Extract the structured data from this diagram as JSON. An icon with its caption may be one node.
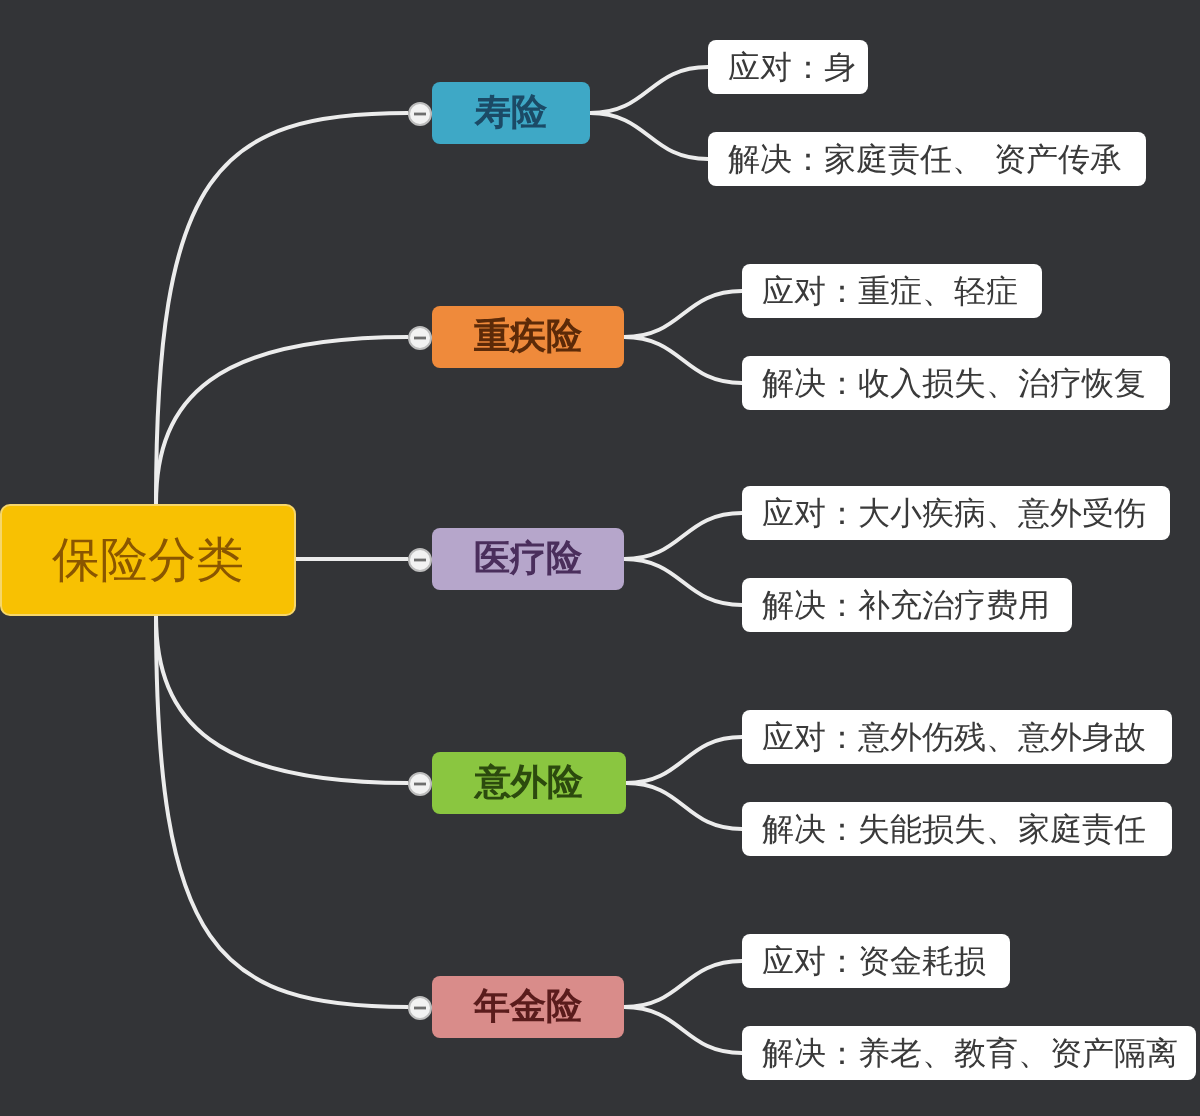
{
  "diagram": {
    "nodes": [
      {
        "text": [
          "保险分类"
        ]
      },
      {
        "text": [
          "寿险"
        ]
      },
      {
        "text": [
          "应对：身"
        ]
      },
      {
        "text": [
          "解决：家庭责任、 资产传承"
        ]
      },
      {
        "text": [
          "重疾险"
        ]
      },
      {
        "text": [
          "应对：重症、轻症"
        ]
      },
      {
        "text": [
          "解决：收入损失、治疗恢复"
        ]
      },
      {
        "text": [
          "医疗险"
        ]
      },
      {
        "text": [
          "应对：大小疾病、意外受伤"
        ]
      },
      {
        "text": [
          "解决：补充治疗费用"
        ]
      },
      {
        "text": [
          "意外险"
        ]
      },
      {
        "text": [
          "应对：意外伤残、意外身故"
        ]
      },
      {
        "text": [
          "解决：失能损失、家庭责任"
        ]
      },
      {
        "text": [
          "年金险"
        ]
      },
      {
        "text": [
          "应对：资金耗损"
        ]
      },
      {
        "text": [
          "解决：养老、教育、资产隔离"
        ]
      }
    ],
    "edges": [
      {
        "from": 0,
        "to": 1,
        "arrow": "none"
      },
      {
        "from": 1,
        "to": 2,
        "arrow": "none"
      },
      {
        "from": 1,
        "to": 3,
        "arrow": "none"
      },
      {
        "from": 0,
        "to": 4,
        "arrow": "none"
      },
      {
        "from": 4,
        "to": 5,
        "arrow": "none"
      },
      {
        "from": 4,
        "to": 6,
        "arrow": "none"
      },
      {
        "from": 0,
        "to": 7,
        "arrow": "none"
      },
      {
        "from": 7,
        "to": 8,
        "arrow": "none"
      },
      {
        "from": 7,
        "to": 9,
        "arrow": "none"
      },
      {
        "from": 0,
        "to": 10,
        "arrow": "none"
      },
      {
        "from": 10,
        "to": 11,
        "arrow": "none"
      },
      {
        "from": 10,
        "to": 12,
        "arrow": "none"
      },
      {
        "from": 0,
        "to": 13,
        "arrow": "none"
      },
      {
        "from": 13,
        "to": 14,
        "arrow": "none"
      },
      {
        "from": 13,
        "to": 15,
        "arrow": "none"
      }
    ]
  }
}
